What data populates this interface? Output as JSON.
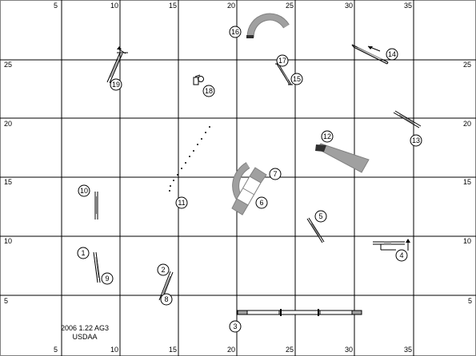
{
  "course": {
    "caption_line1": "2006 1.22 AG3",
    "caption_line2": "USDAA",
    "x_ticks": [
      "5",
      "10",
      "15",
      "20",
      "25",
      "30",
      "35"
    ],
    "y_ticks": [
      "25",
      "20",
      "15",
      "10",
      "5"
    ],
    "obstacle_numbers": [
      "1",
      "2",
      "3",
      "4",
      "5",
      "6",
      "7",
      "8",
      "9",
      "10",
      "11",
      "12",
      "13",
      "14",
      "15",
      "16",
      "17",
      "18",
      "19"
    ],
    "colors": {
      "grid": "#000000",
      "fill": "#a0a0a0",
      "border": "#808080"
    }
  }
}
